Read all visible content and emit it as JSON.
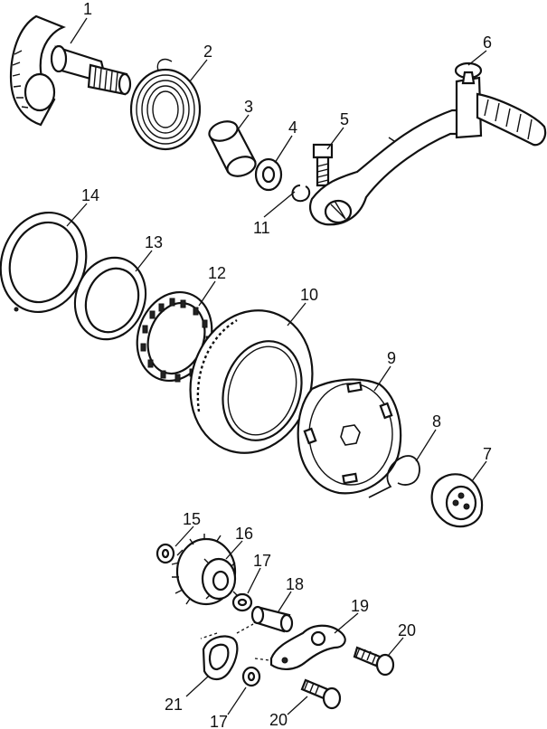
{
  "callouts": [
    {
      "id": "c1",
      "label": "1"
    },
    {
      "id": "c2",
      "label": "2"
    },
    {
      "id": "c3",
      "label": "3"
    },
    {
      "id": "c4",
      "label": "4"
    },
    {
      "id": "c5",
      "label": "5"
    },
    {
      "id": "c6",
      "label": "6"
    },
    {
      "id": "c7",
      "label": "7"
    },
    {
      "id": "c8",
      "label": "8"
    },
    {
      "id": "c9",
      "label": "9"
    },
    {
      "id": "c10",
      "label": "10"
    },
    {
      "id": "c11",
      "label": "11"
    },
    {
      "id": "c12",
      "label": "12"
    },
    {
      "id": "c13",
      "label": "13"
    },
    {
      "id": "c14",
      "label": "14"
    },
    {
      "id": "c15",
      "label": "15"
    },
    {
      "id": "c16",
      "label": "16"
    },
    {
      "id": "c17a",
      "label": "17"
    },
    {
      "id": "c17b",
      "label": "17"
    },
    {
      "id": "c18",
      "label": "18"
    },
    {
      "id": "c19",
      "label": "19"
    },
    {
      "id": "c20a",
      "label": "20"
    },
    {
      "id": "c20b",
      "label": "20"
    },
    {
      "id": "c21",
      "label": "21"
    }
  ]
}
